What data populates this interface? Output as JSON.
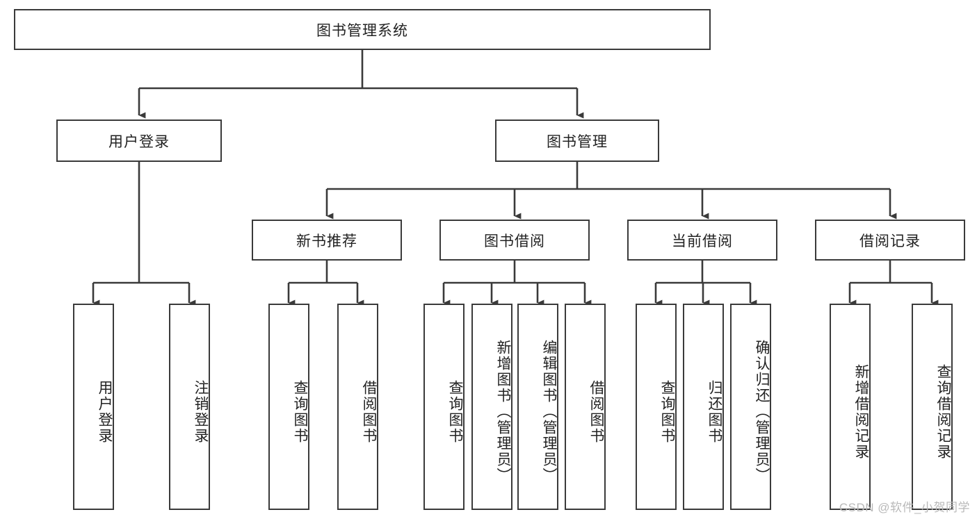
{
  "diagram": {
    "title": "图书管理系统",
    "type": "hierarchy-tree",
    "watermark": "CSDN @软件_小贺同学",
    "colors": {
      "box_border": "#3a3a3a",
      "box_fill": "#ffffff",
      "line": "#3a3a3a",
      "text": "#222222",
      "watermark": "#b9b9b9"
    },
    "root": {
      "label": "图书管理系统"
    },
    "level2": [
      {
        "label": "用户登录"
      },
      {
        "label": "图书管理"
      }
    ],
    "level3": [
      {
        "label": "新书推荐"
      },
      {
        "label": "图书借阅"
      },
      {
        "label": "当前借阅"
      },
      {
        "label": "借阅记录"
      }
    ],
    "leaves": {
      "user_login": [
        {
          "label": "用户登录"
        },
        {
          "label": "注销登录"
        }
      ],
      "new_book_recommend": [
        {
          "label": "查询图书"
        },
        {
          "label": "借阅图书"
        }
      ],
      "book_borrow": [
        {
          "label": "查询图书"
        },
        {
          "label": "新增图书（管理员）"
        },
        {
          "label": "编辑图书（管理员）"
        },
        {
          "label": "借阅图书"
        }
      ],
      "current_borrow": [
        {
          "label": "查询图书"
        },
        {
          "label": "归还图书"
        },
        {
          "label": "确认归还（管理员）"
        }
      ],
      "borrow_record": [
        {
          "label": "新增借阅记录"
        },
        {
          "label": "查询借阅记录"
        }
      ]
    }
  }
}
